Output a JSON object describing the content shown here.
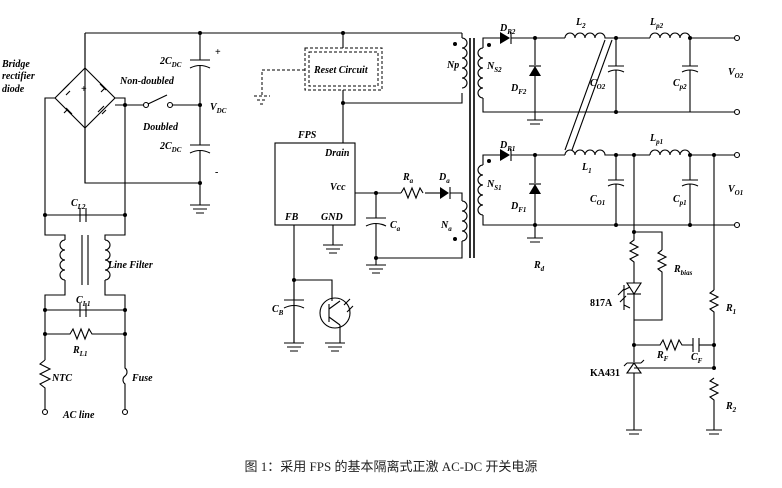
{
  "labels": {
    "bridge_1": "Bridge",
    "bridge_2": "rectifier",
    "bridge_3": "diode",
    "non_doubled": "Non-doubled",
    "doubled": "Doubled",
    "c2dc_top": "2C",
    "c2dc_top_sub": "DC",
    "c2dc_bot": "2C",
    "c2dc_bot_sub": "DC",
    "plus": "+",
    "minus": "-",
    "vdc": "V",
    "vdc_sub": "DC",
    "reset": "Reset Circuit",
    "np": "Np",
    "ns2": "N",
    "ns2_sub": "S2",
    "ns1": "N",
    "ns1_sub": "S1",
    "na": "N",
    "na_sub": "a",
    "fps": "FPS",
    "drain": "Drain",
    "vcc": "Vcc",
    "fb": "FB",
    "gnd": "GND",
    "ra": "R",
    "ra_sub": "a",
    "da": "D",
    "da_sub": "a",
    "ca": "C",
    "ca_sub": "a",
    "cb": "C",
    "cb_sub": "B",
    "cl2": "C",
    "cl2_sub": "L2",
    "cl1": "C",
    "cl1_sub": "L1",
    "rl1": "R",
    "rl1_sub": "L1",
    "line_filter": "Line Filter",
    "ntc": "NTC",
    "fuse": "Fuse",
    "ac_line": "AC line",
    "dr2": "D",
    "dr2_sub": "R2",
    "df2": "D",
    "df2_sub": "F2",
    "l2": "L",
    "l2_sub": "2",
    "lp2": "L",
    "lp2_sub": "p2",
    "co2": "C",
    "co2_sub": "O2",
    "cp2": "C",
    "cp2_sub": "p2",
    "vo2": "V",
    "vo2_sub": "O2",
    "dr1": "D",
    "dr1_sub": "R1",
    "df1": "D",
    "df1_sub": "F1",
    "l1": "L",
    "l1_sub": "1",
    "lp1": "L",
    "lp1_sub": "p1",
    "co1": "C",
    "co1_sub": "O1",
    "cp1": "C",
    "cp1_sub": "p1",
    "vo1": "V",
    "vo1_sub": "O1",
    "rd": "R",
    "rd_sub": "d",
    "rbias": "R",
    "rbias_sub": "bias",
    "opto": "817A",
    "r1": "R",
    "r1_sub": "1",
    "rf": "R",
    "rf_sub": "F",
    "cf": "C",
    "cf_sub": "F",
    "ka431": "KA431",
    "r2": "R",
    "r2_sub": "2"
  },
  "caption": "图 1：采用 FPS 的基本隔离式正激 AC-DC 开关电源"
}
